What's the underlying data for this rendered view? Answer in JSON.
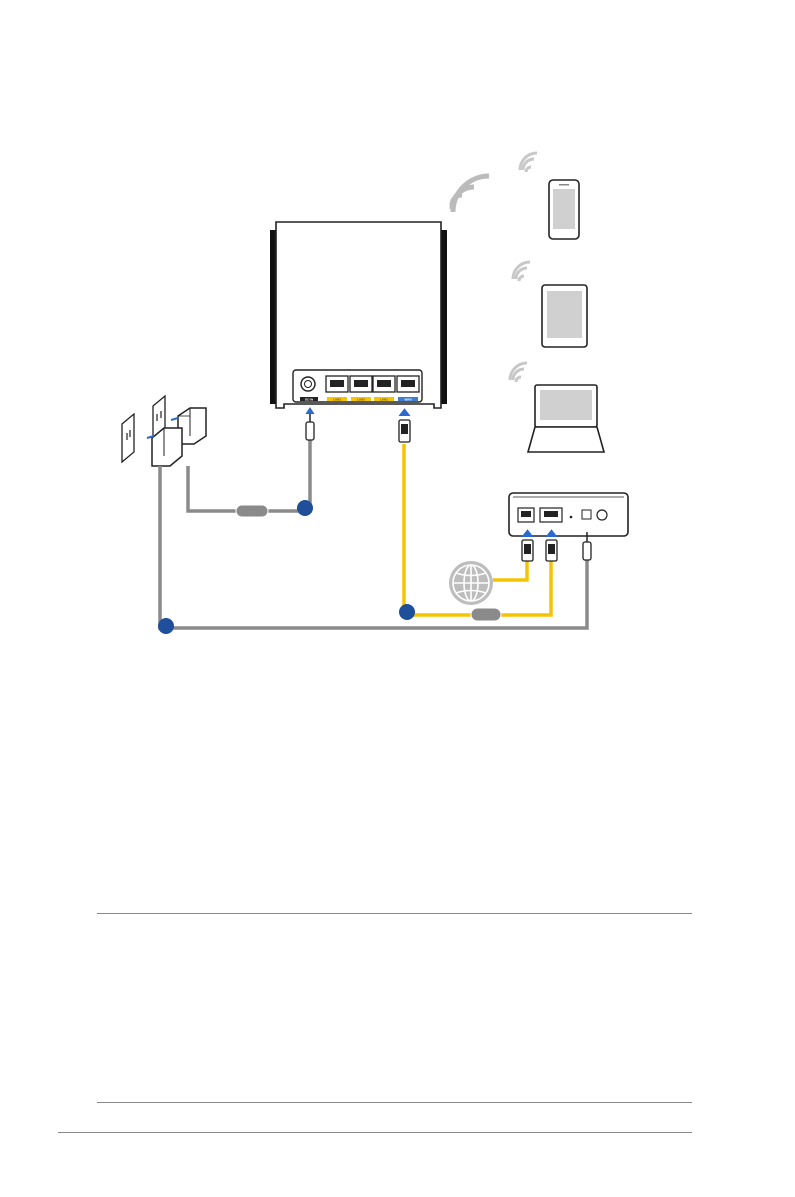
{
  "diagram": {
    "router": {
      "port_labels": [
        "DC-IN",
        "LAN3",
        "LAN2",
        "LAN1",
        "WAN"
      ],
      "port_label_colors": [
        "#ffffff",
        "#f5c400",
        "#f5c400",
        "#f5c400",
        "#3f7fd0"
      ]
    },
    "devices": {
      "smartphone_icon": "smartphone-icon",
      "tablet_icon": "tablet-icon",
      "laptop_icon": "laptop-icon",
      "wifi_icon": "wifi-signal-icon"
    },
    "colors": {
      "ethernet_cable": "#f5c400",
      "power_cable": "#8a8a8a",
      "step_marker": "#1f4e9a",
      "wan_port": "#3f7fd0",
      "device_frame": "#222222",
      "screen": "#d0d0d0"
    }
  }
}
